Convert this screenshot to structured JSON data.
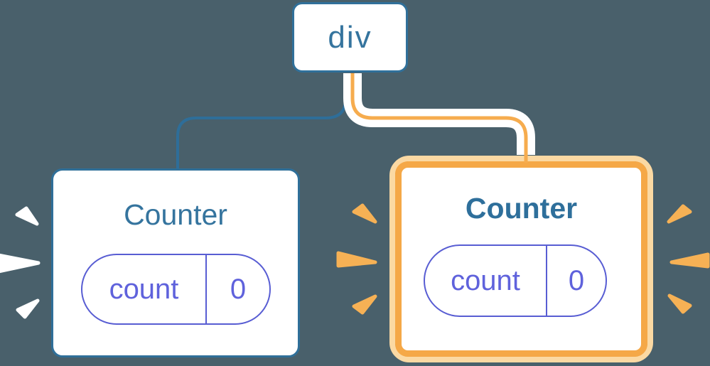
{
  "tree": {
    "root": {
      "label": "div"
    },
    "children": [
      {
        "title": "Counter",
        "highlighted": false,
        "state": {
          "key": "count",
          "value": "0"
        }
      },
      {
        "title": "Counter",
        "highlighted": true,
        "state": {
          "key": "count",
          "value": "0"
        }
      }
    ]
  },
  "colors": {
    "background": "#49606B",
    "node_border_blue": "#2F6F99",
    "node_text_blue": "#35749E",
    "state_indigo": "#585DD3",
    "state_text_indigo": "#5F62DC",
    "highlight_orange": "#F5A847",
    "highlight_orange_light": "#FBD9A3",
    "connector_orange": "#F6AC4E",
    "connector_blue": "#2E6E99",
    "sparkle_white": "#FFFFFF",
    "sparkle_orange": "#F6B155"
  }
}
